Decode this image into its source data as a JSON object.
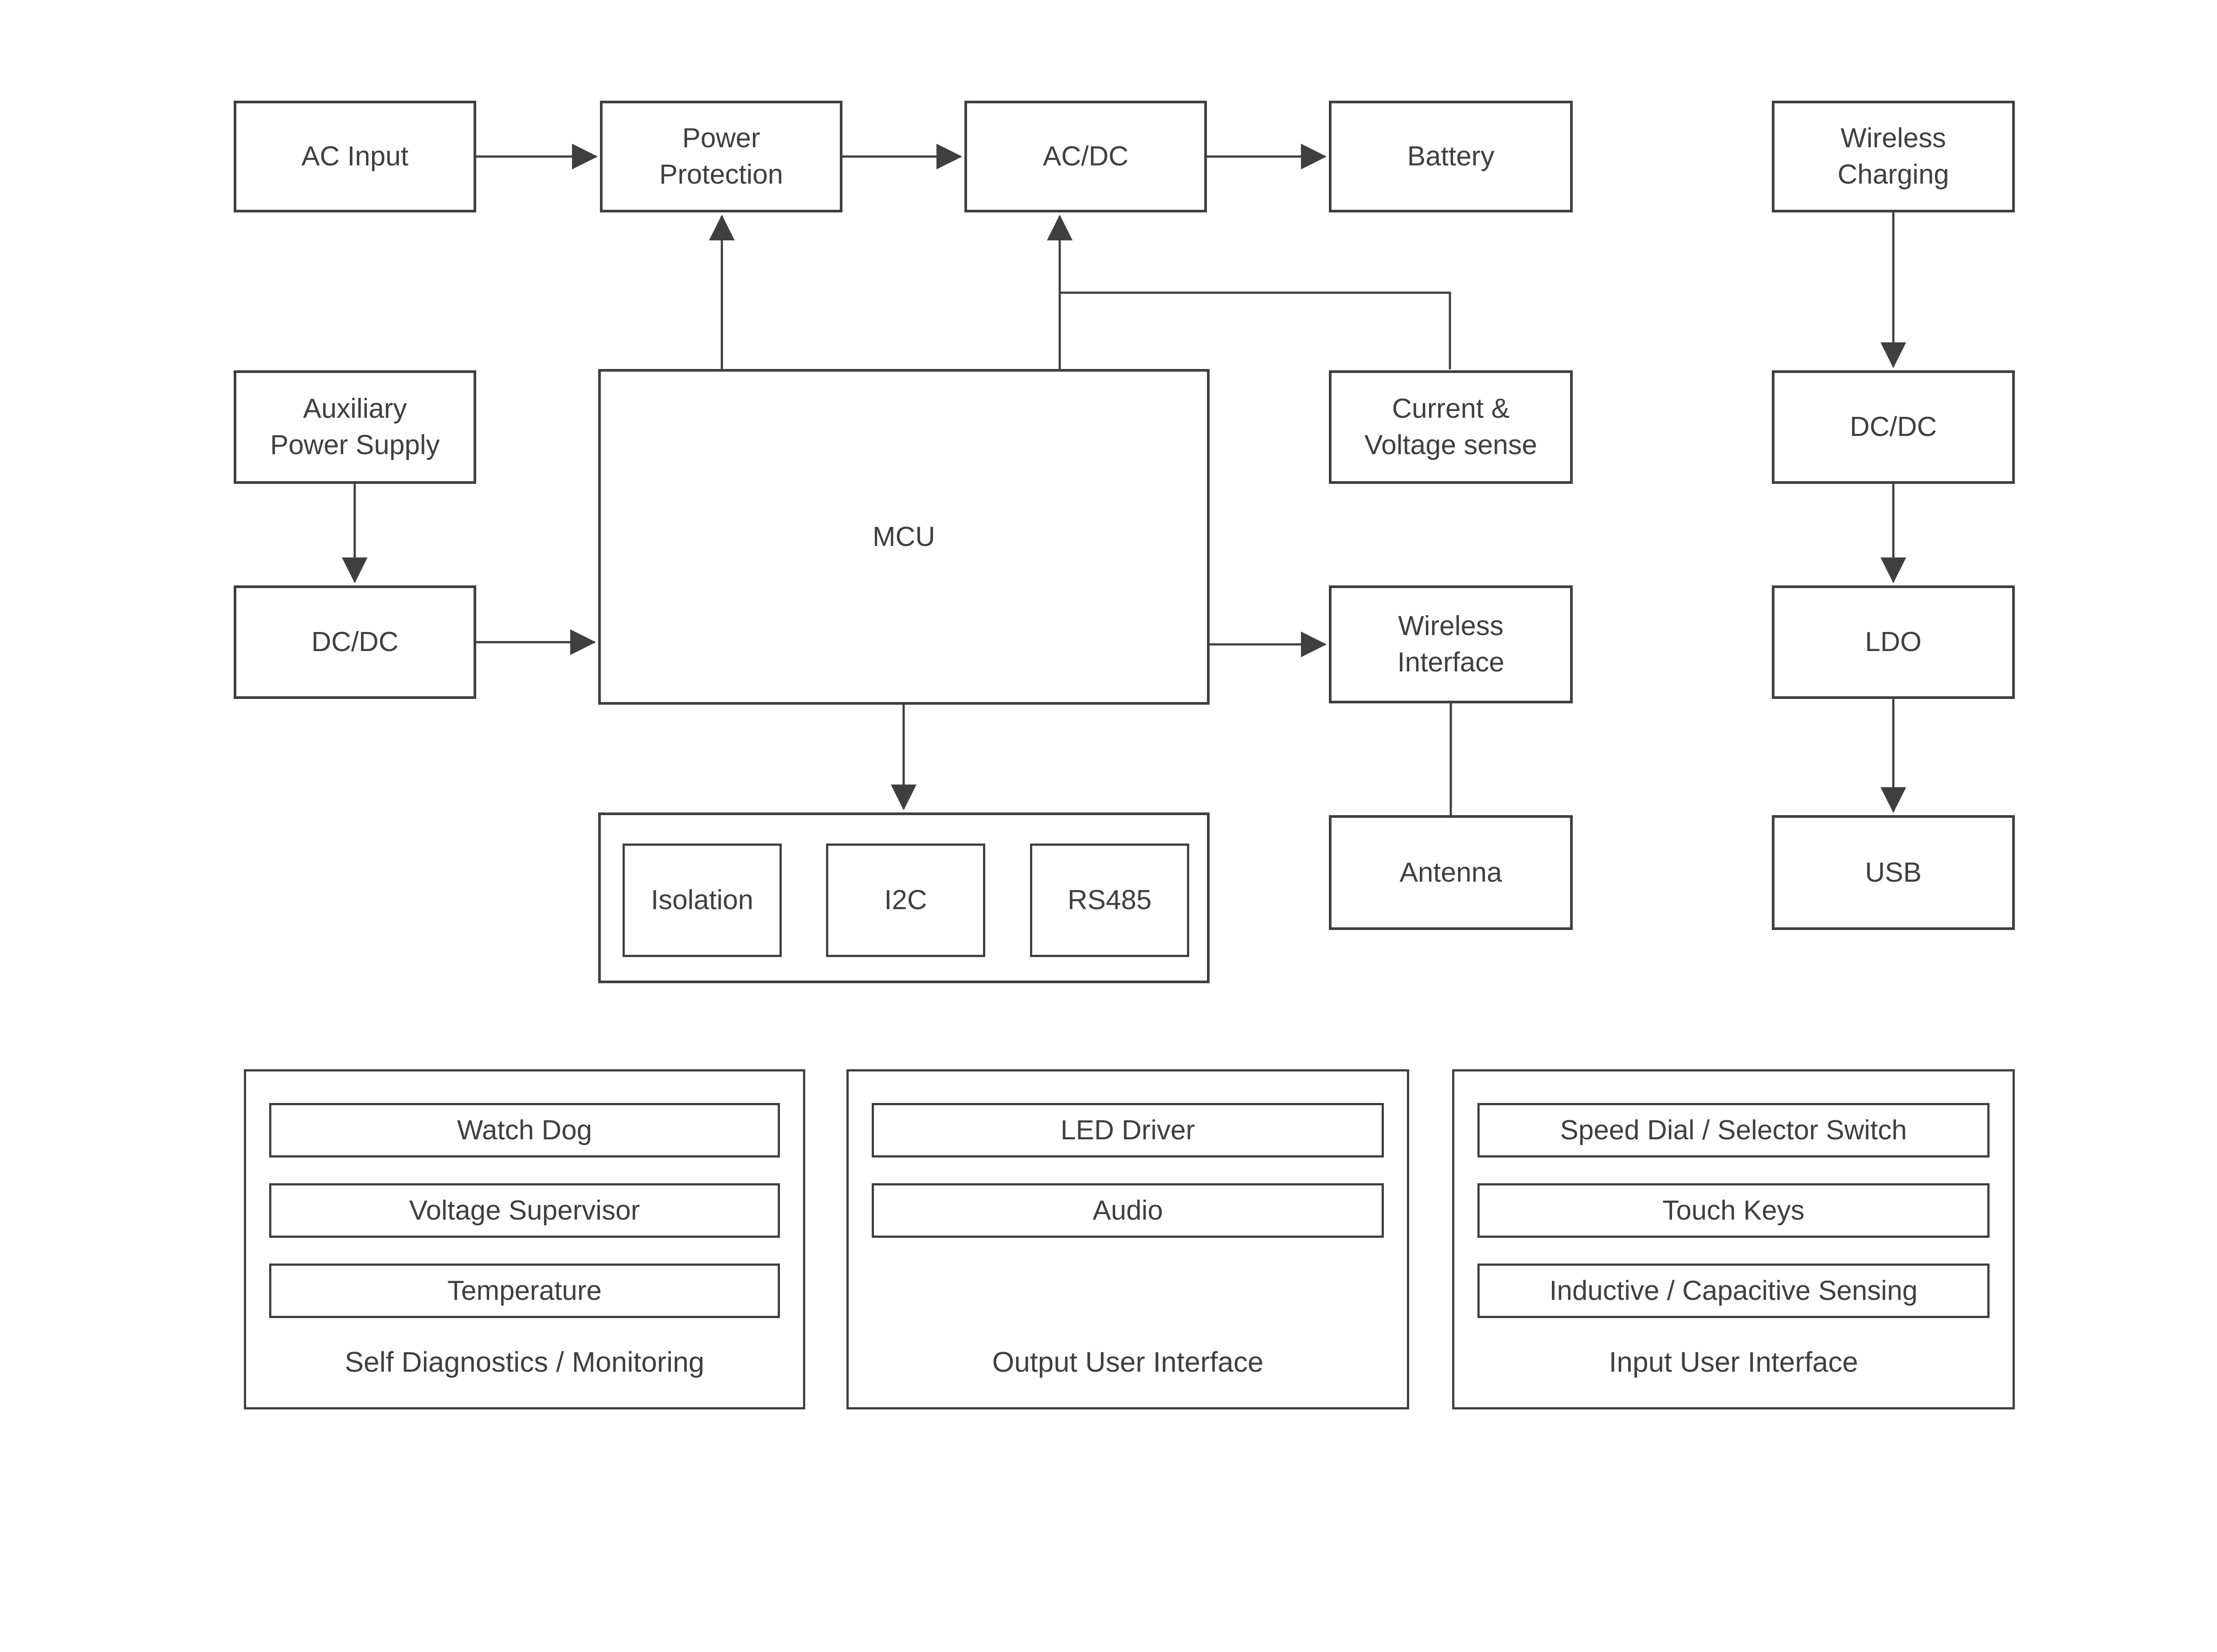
{
  "diagram": {
    "colors": {
      "stroke": "#3f3f3f",
      "text": "#3f3f3f",
      "background": "#ffffff"
    },
    "blocks": {
      "ac_input": {
        "label": "AC Input"
      },
      "power_protection": {
        "label": "Power\nProtection"
      },
      "ac_dc": {
        "label": "AC/DC"
      },
      "battery": {
        "label": "Battery"
      },
      "wireless_charging": {
        "label": "Wireless\nCharging"
      },
      "aux_power_supply": {
        "label": "Auxiliary\nPower Supply"
      },
      "mcu": {
        "label": "MCU"
      },
      "current_voltage_sense": {
        "label": "Current &\nVoltage sense"
      },
      "dcdc_right": {
        "label": "DC/DC"
      },
      "dcdc_left": {
        "label": "DC/DC"
      },
      "wireless_interface": {
        "label": "Wireless\nInterface"
      },
      "ldo": {
        "label": "LDO"
      },
      "isolation": {
        "label": "Isolation"
      },
      "i2c": {
        "label": "I2C"
      },
      "rs485": {
        "label": "RS485"
      },
      "antenna": {
        "label": "Antenna"
      },
      "usb": {
        "label": "USB"
      }
    },
    "groups": [
      {
        "caption": "Self Diagnostics / Monitoring",
        "items": [
          "Watch Dog",
          "Voltage Supervisor",
          "Temperature"
        ]
      },
      {
        "caption": "Output User Interface",
        "items": [
          "LED Driver",
          "Audio"
        ]
      },
      {
        "caption": "Input User Interface",
        "items": [
          "Speed Dial / Selector Switch",
          "Touch Keys",
          "Inductive / Capacitive Sensing"
        ]
      }
    ]
  }
}
